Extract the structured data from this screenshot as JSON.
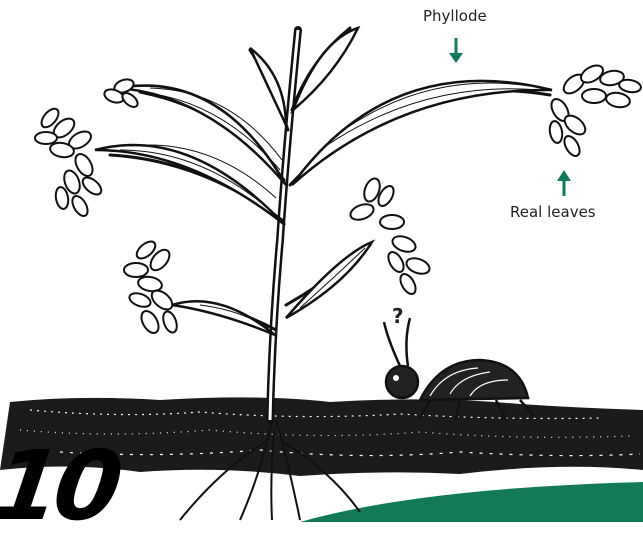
{
  "labels": {
    "phyllode": "Phyllode",
    "real_leaves": "Real leaves",
    "question": "?"
  },
  "page_number": "10",
  "colors": {
    "arrow": "#127a5c",
    "band": "#137a56",
    "ink": "#111111"
  }
}
